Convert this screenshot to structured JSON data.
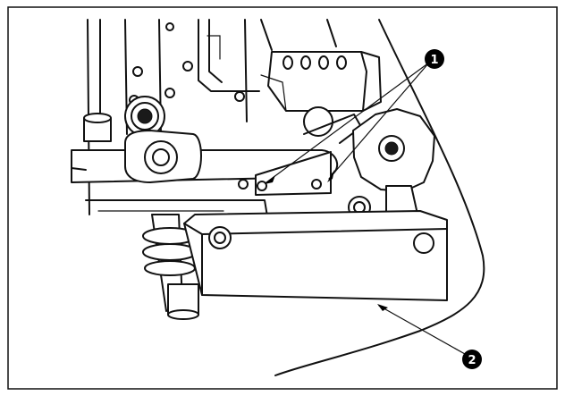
{
  "callouts": [
    {
      "id": "callout-1",
      "label": "1"
    },
    {
      "id": "callout-2",
      "label": "2"
    }
  ],
  "colors": {
    "ink": "#111111",
    "paper": "#ffffff",
    "marker": "#000000"
  }
}
